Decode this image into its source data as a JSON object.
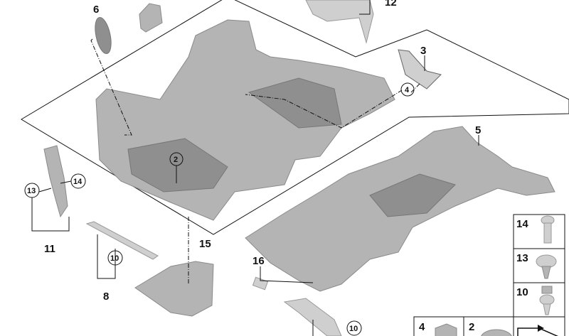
{
  "callouts": {
    "label_6": "6",
    "label_12": "12",
    "label_3": "3",
    "label_4": "4",
    "label_5": "5",
    "label_2": "2",
    "label_13": "13",
    "label_14": "14",
    "label_11": "11",
    "label_10_left": "10",
    "label_8": "8",
    "label_15": "15",
    "label_16": "16",
    "label_10_bottom": "10"
  },
  "parts_legend": [
    {
      "number": "14",
      "icon": "screw-icon"
    },
    {
      "number": "13",
      "icon": "expanding-rivet-icon"
    },
    {
      "number": "10",
      "icon": "clip-nut-icon"
    },
    {
      "number": "4",
      "icon": "clip-icon"
    },
    {
      "number": "2",
      "icon": "round-pad-icon"
    },
    {
      "number": "",
      "icon": "arrow-icon"
    }
  ],
  "colors": {
    "part": "#b4b4b4",
    "line": "#111111"
  }
}
